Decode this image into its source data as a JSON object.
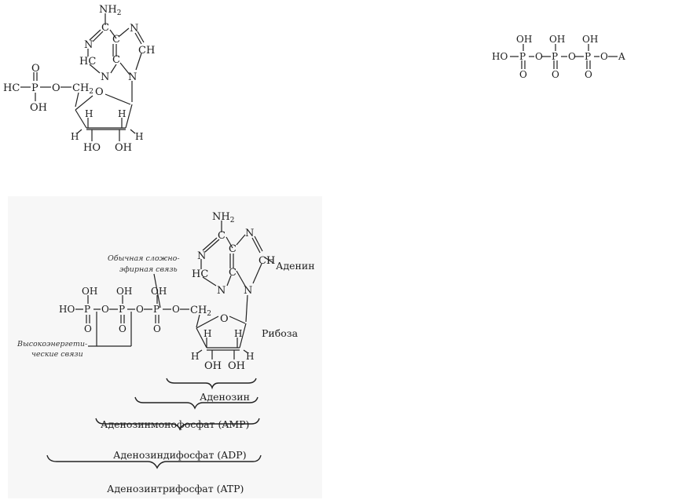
{
  "top_left_structure": {
    "amino_group": "NH",
    "amino_subscript": "2",
    "ring_atoms": {
      "c6": "C",
      "n1": "N",
      "c2": "HC",
      "n3": "N",
      "c4": "C",
      "c5": "C",
      "n7": "N",
      "c8": "CH",
      "n9": "N"
    },
    "phosphate": {
      "left": "HC",
      "phosphorus": "P",
      "top_oxygen": "O",
      "bottom": "OH",
      "ester_oxygen": "O",
      "ch2": "CH",
      "ch2_subscript": "2"
    },
    "ribose": {
      "ring_oxygen": "O",
      "h_labels": [
        "H",
        "H",
        "H",
        "H"
      ],
      "hydroxyls": [
        "HO",
        "OH"
      ]
    }
  },
  "top_right_structure": {
    "hydroxyls": [
      "OH",
      "OH",
      "OH"
    ],
    "chain": [
      "HO",
      "P",
      "O",
      "P",
      "O",
      "P",
      "O",
      "A"
    ],
    "oxos": [
      "O",
      "O",
      "O"
    ]
  },
  "atp_diagram": {
    "amino_group": "NH",
    "amino_subscript": "2",
    "ring_atoms": {
      "c6": "C",
      "n1": "N",
      "c2": "HC",
      "n3": "N",
      "c4": "C",
      "c5": "C",
      "n7": "N",
      "c8": "CH",
      "n9": "N"
    },
    "phosphates": {
      "hydroxyls": [
        "HO",
        "OH",
        "OH",
        "OH"
      ],
      "phosphorus": [
        "P",
        "P",
        "P"
      ],
      "oxos": [
        "O",
        "O",
        "O"
      ],
      "bridge_oxygens": [
        "O",
        "O",
        "O"
      ],
      "ch2": "CH",
      "ch2_subscript": "2"
    },
    "ribose": {
      "ring_oxygen": "O",
      "h_labels": [
        "H",
        "H",
        "H",
        "H"
      ],
      "hydroxyls": [
        "OH",
        "OH"
      ]
    },
    "annotations": {
      "ester_bond_line1": "Обычная сложно-",
      "ester_bond_line2": "эфирная связь",
      "high_energy_line1": "Высокоэнергети-",
      "high_energy_line2": "ческие связи"
    },
    "part_labels": {
      "adenine": "Аденин",
      "ribose": "Рибоза",
      "adenosine": "Аденозин",
      "amp": "Аденозинмонофосфат (AMP)",
      "adp": "Аденозиндифосфат (ADP)",
      "atp": "Аденозинтрифосфат (ATP)"
    }
  }
}
